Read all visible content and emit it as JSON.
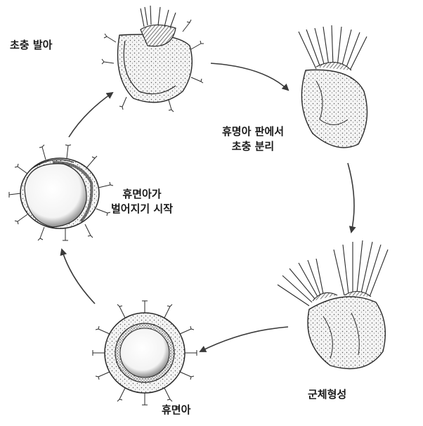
{
  "labels": {
    "budding": "초충 발아",
    "separation": [
      "휴명아 판에서",
      "초충 분리"
    ],
    "colony": "군체형성",
    "dormant": "휴면아",
    "opening": [
      "휴면아가",
      "벌어지기 시작"
    ]
  },
  "colors": {
    "ink": "#2a2a2a",
    "stipple": "#555555",
    "arrow": "#3a3a3a",
    "background": "#ffffff"
  }
}
